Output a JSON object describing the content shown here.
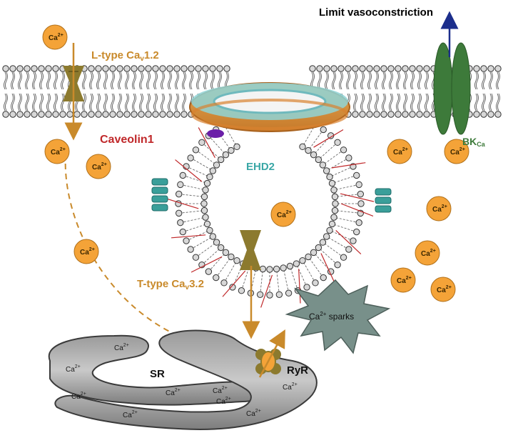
{
  "top_label": "Limit vasoconstriction",
  "l_type": {
    "label_main": "L-type Ca",
    "label_sub": "v",
    "label_tail": "1.2"
  },
  "t_type": {
    "label_main": "T-type Ca",
    "label_sub": "v",
    "label_tail": "3.2"
  },
  "caveolin": "Caveolin1",
  "ehd2": "EHD2",
  "bk": {
    "main": "BK",
    "sub": "Ca"
  },
  "sparks": {
    "ion": "Ca",
    "charge": "2+",
    "text": " sparks"
  },
  "sr_label": "SR",
  "ryr_label": "RyR",
  "ion": {
    "symbol": "Ca",
    "charge": "2+"
  },
  "colors": {
    "ion_fill": "#f4a338",
    "ion_stroke": "#b0701a",
    "channel": "#8c7a2e",
    "arrow": "#c98a2b",
    "caveolin_text": "#c0282a",
    "ehd2_text": "#3aa7a6",
    "bk_fill": "#3d7a3a",
    "bk_text": "#3d7a3a",
    "top_arrow": "#1c2e8c",
    "sr_fill": "#8c8c8c",
    "spark_fill": "#78908a"
  }
}
